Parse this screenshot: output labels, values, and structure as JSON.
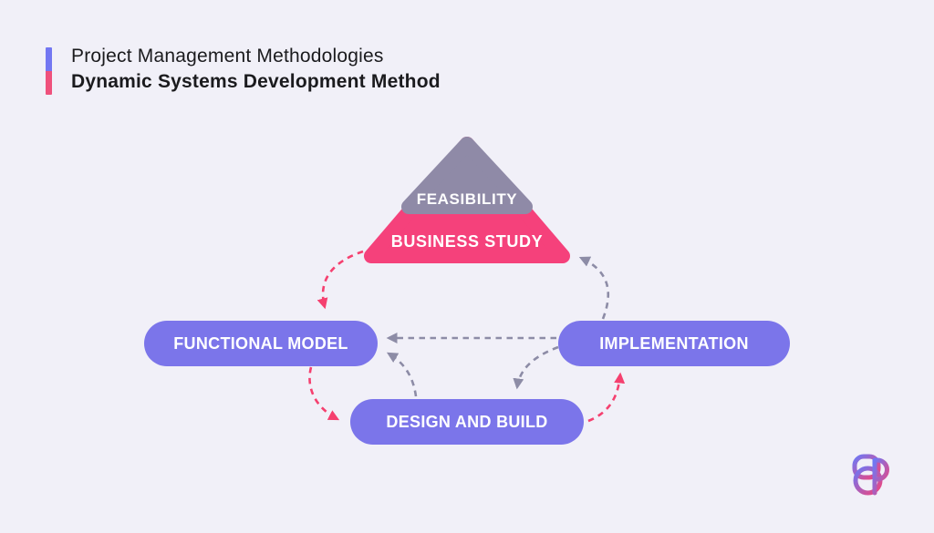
{
  "header": {
    "title": "Project Management Methodologies",
    "subtitle": "Dynamic Systems Development Method"
  },
  "diagram": {
    "triangle": {
      "top_label": "FEASIBILITY",
      "bottom_label": "BUSINESS STUDY"
    },
    "nodes": [
      {
        "id": "functional-model",
        "label": "FUNCTIONAL MODEL"
      },
      {
        "id": "implementation",
        "label": "IMPLEMENTATION"
      },
      {
        "id": "design-and-build",
        "label": "DESIGN AND BUILD"
      }
    ],
    "arrows": [
      {
        "from": "business-study",
        "to": "functional-model",
        "style": "dashed",
        "color": "pink"
      },
      {
        "from": "implementation",
        "to": "business-study",
        "style": "dashed",
        "color": "gray"
      },
      {
        "from": "implementation",
        "to": "functional-model",
        "style": "dashed",
        "color": "gray"
      },
      {
        "from": "design-and-build",
        "to": "functional-model",
        "style": "dashed",
        "color": "gray"
      },
      {
        "from": "implementation",
        "to": "design-and-build",
        "style": "dashed",
        "color": "gray"
      },
      {
        "from": "functional-model",
        "to": "design-and-build",
        "style": "dashed",
        "color": "pink"
      },
      {
        "from": "design-and-build",
        "to": "implementation",
        "style": "dashed",
        "color": "pink"
      }
    ]
  },
  "logo": {
    "icon": "brand-p-monogram-logo"
  },
  "colors": {
    "background": "#F1F0F8",
    "text_dark": "#1B1B1E",
    "accent_top": "#7377F2",
    "accent_bottom": "#EF517C",
    "node_fill": "#7B75EA",
    "node_text": "#FFFFFF",
    "tri_top": "#8F8AA7",
    "tri_bottom": "#F5417B",
    "arrow_gray": "#8D8CA6",
    "arrow_pink": "#F5406F",
    "logo_start": "#6E78F5",
    "logo_end": "#F0437C"
  }
}
